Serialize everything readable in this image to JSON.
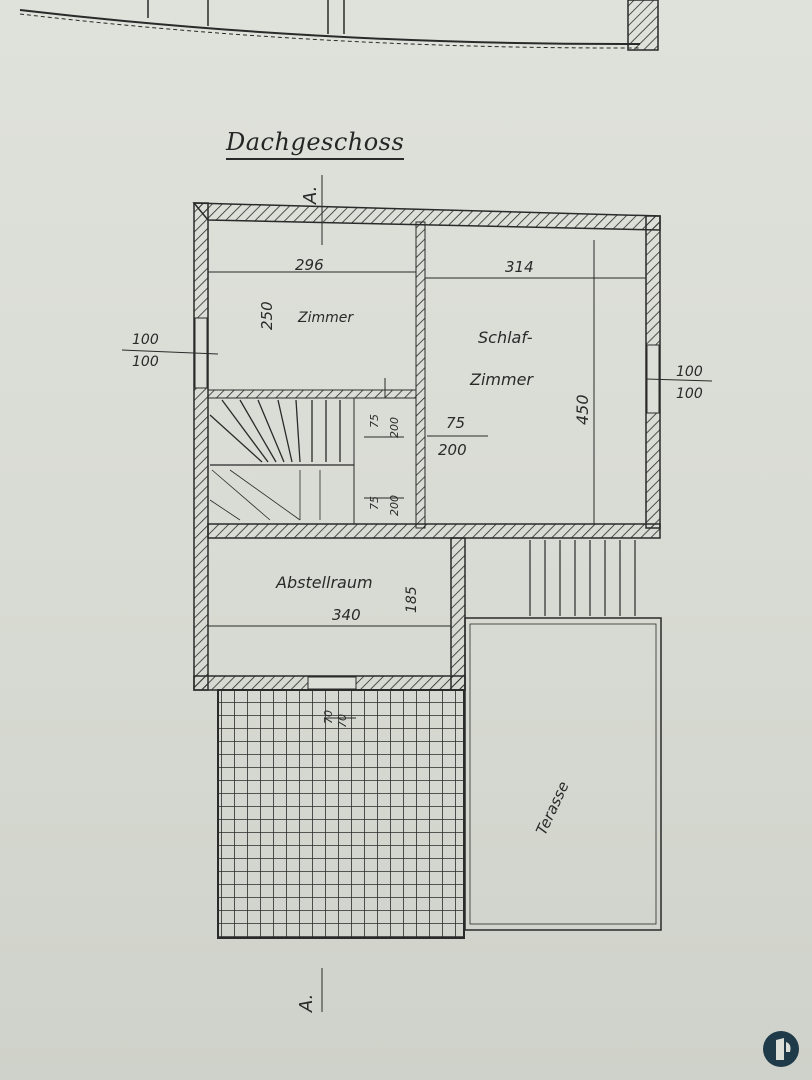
{
  "drawing": {
    "title": "Dachgeschoss",
    "section_marker_top": "A.",
    "section_marker_bottom": "A.",
    "rooms": {
      "zimmer": {
        "name": "Zimmer",
        "width": "296",
        "depth": "250"
      },
      "schlaf": {
        "name_line1": "Schlaf-",
        "name_line2": "Zimmer",
        "width": "314",
        "depth": "450"
      },
      "abstell": {
        "name": "Abstellraum",
        "width": "340",
        "depth": "185"
      },
      "terrasse": {
        "name": "Terasse"
      }
    },
    "window_left": {
      "top": "100",
      "bottom": "100"
    },
    "window_right": {
      "top": "100",
      "bottom": "100"
    },
    "door_hall": {
      "top": "75",
      "bottom": "200"
    },
    "door_small_1": {
      "top": "75",
      "bottom": "200"
    },
    "door_small_2": {
      "top": "75",
      "bottom": "200"
    },
    "door_bottom": {
      "top": "70",
      "bottom": "70"
    }
  },
  "colors": {
    "ink": "#2a2a2a",
    "paper": "#dcdfd8",
    "logo": "#1f3a48"
  }
}
